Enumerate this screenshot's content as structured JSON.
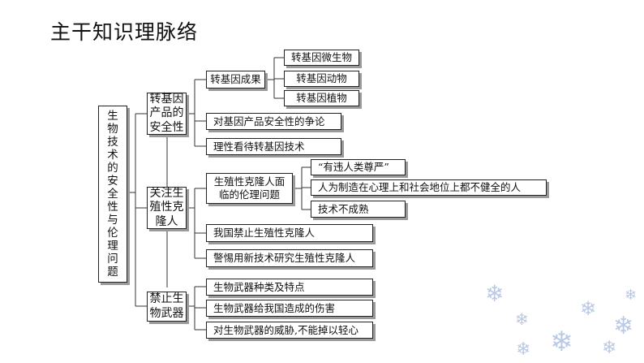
{
  "title": "主干知识理脉络",
  "root": {
    "chars": [
      "生",
      "物",
      "技",
      "术",
      "的",
      "安",
      "全",
      "性",
      "与",
      "伦",
      "理",
      "问",
      "题"
    ]
  },
  "branch1": {
    "label": "转基因产品的安全性",
    "lines": [
      "转基因",
      "产品的",
      "安全性"
    ],
    "children": {
      "achievements": {
        "label": "转基因成果",
        "items": [
          "转基因微生物",
          "转基因动物",
          "转基因植物"
        ]
      },
      "debate": "对基因产品安全性的争论",
      "rational": "理性看待转基因技术"
    }
  },
  "branch2": {
    "label": "关注生殖性克隆人",
    "lines": [
      "关注生",
      "殖性克",
      "隆人"
    ],
    "children": {
      "ethics": {
        "label": "生殖性克隆人面临的伦理问题",
        "lines": [
          "生殖性克隆人面",
          "临的伦理问题"
        ],
        "items": [
          "“有违人类尊严”",
          "人为制造在心理上和社会地位上都不健全的人",
          "技术不成熟"
        ]
      },
      "ban": "我国禁止生殖性克隆人",
      "vigilance": "警惕用新技术研究生殖性克隆人"
    }
  },
  "branch3": {
    "label": "禁止生物武器",
    "lines": [
      "禁止生",
      "物武器"
    ],
    "children": {
      "types": "生物武器种类及特点",
      "harm": "生物武器给我国造成的伤害",
      "attitude": "对生物武器的威胁,不能掉以轻心"
    }
  },
  "decoration": {
    "icon": "snowflake-icon",
    "color": "#b9c9e6"
  }
}
